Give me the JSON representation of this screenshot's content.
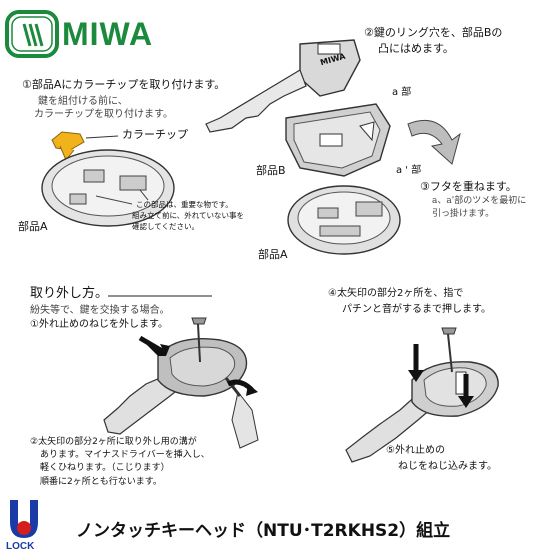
{
  "brand": {
    "name": "MIWA"
  },
  "footer_logo": {
    "text": "LOCK"
  },
  "title": "ノンタッチキーヘッド（NTU･T2RKHS2）組立",
  "assembly": {
    "step1": {
      "heading": "①部品Aにカラーチップを取り付けます。",
      "note_line1": "鍵を組付ける前に、",
      "note_line2": "カラーチップを取り付けます。",
      "chip_label": "カラーチップ",
      "part_label": "部品A",
      "caution_line1": "この部品は、重要な物です。",
      "caution_line2": "組み立て前に、外れていない事を",
      "caution_line3": "確認してください。"
    },
    "step2": {
      "heading_line1": "②鍵のリング穴を、部品Bの",
      "heading_line2": "凸にはめます。",
      "label_a": "a 部",
      "part_label": "部品B"
    },
    "step3": {
      "label_a_prime": "a ' 部",
      "heading": "③フタを重ねます。",
      "note_line1": "a、a'部のツメを最初に",
      "note_line2": "引っ掛けます。",
      "part_label": "部品A"
    }
  },
  "removal": {
    "heading": "取り外し方。",
    "subheading": "紛失等で、鍵を交換する場合。",
    "step1": "①外れ止めのねじを外します。",
    "step2_line1": "②太矢印の部分2ヶ所に取り外し用の溝が",
    "step2_line2": "あります。マイナスドライバーを挿入し、",
    "step2_line3": "軽くひねります。（こじります）",
    "step2_line4": "順番に2ヶ所とも行ないます。"
  },
  "reassembly": {
    "step4_line1": "④太矢印の部分2ヶ所を、指で",
    "step4_line2": "パチンと音がするまで押します。",
    "step5_line1": "⑤外れ止めの",
    "step5_line2": "ねじをねじ込みます。"
  },
  "key_labels": {
    "miwa_head": "MIWA"
  }
}
